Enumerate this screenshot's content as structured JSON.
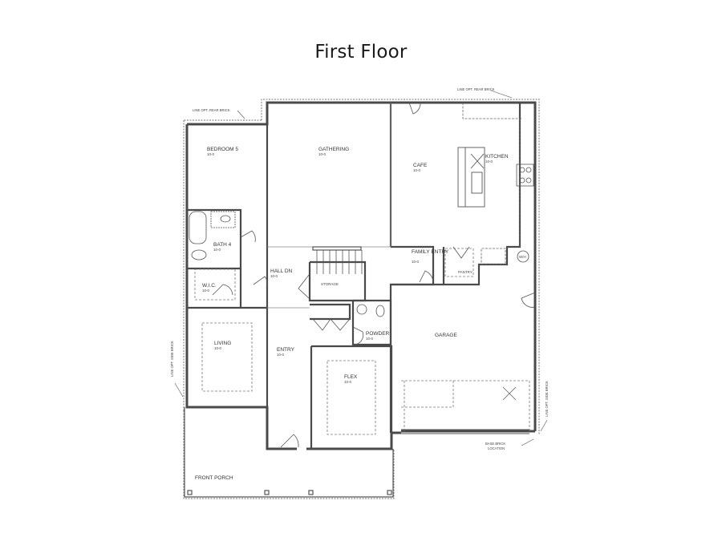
{
  "title": "First Floor",
  "plan": {
    "rooms": [
      {
        "id": "bedroom5",
        "name": "BEDROOM 5",
        "dim": "10-0"
      },
      {
        "id": "gathering",
        "name": "GATHERING",
        "dim": "10-0"
      },
      {
        "id": "cafe",
        "name": "CAFE",
        "dim": "10-0"
      },
      {
        "id": "kitchen",
        "name": "KITCHEN",
        "dim": "10-0"
      },
      {
        "id": "bath4",
        "name": "BATH 4",
        "dim": "10-0"
      },
      {
        "id": "wic",
        "name": "W.I.C.",
        "dim": "10-0"
      },
      {
        "id": "hall",
        "name": "HALL DN",
        "dim": "10-0"
      },
      {
        "id": "storage",
        "name": "STORAGE",
        "dim": ""
      },
      {
        "id": "family_entry",
        "name": "FAMILY ENTRY",
        "dim": "10-0"
      },
      {
        "id": "pantry",
        "name": "PANTRY",
        "dim": ""
      },
      {
        "id": "wh",
        "name": "W/H",
        "dim": ""
      },
      {
        "id": "living",
        "name": "LIVING",
        "dim": "10-0"
      },
      {
        "id": "entry",
        "name": "ENTRY",
        "dim": "10-0"
      },
      {
        "id": "powder",
        "name": "POWDER",
        "dim": "10-0"
      },
      {
        "id": "flex",
        "name": "FLEX",
        "dim": "10-0"
      },
      {
        "id": "garage",
        "name": "GARAGE",
        "dim": ""
      },
      {
        "id": "porch",
        "name": "FRONT PORCH",
        "dim": ""
      }
    ],
    "notes": {
      "rear_brick_left": "LINE OPT. REAR BRICK",
      "rear_brick_right": "LINE OPT. REAR BRICK",
      "side_brick_left": "LINE OPT. SIDE BRICK",
      "side_brick_right": "LINE OPT. SIDE BRICK",
      "base_brick_1": "BASE BRICK",
      "base_brick_2": "LOCATION"
    },
    "colors": {
      "wall": "#4a4a4a",
      "line": "#555555",
      "dash": "#777777"
    }
  }
}
